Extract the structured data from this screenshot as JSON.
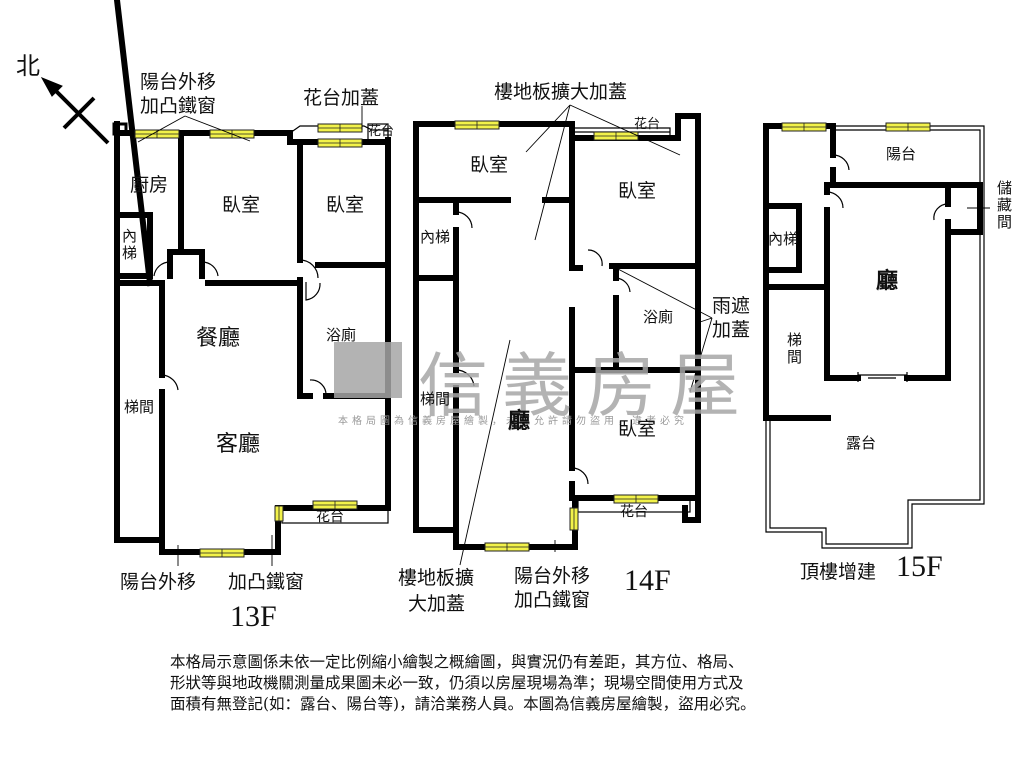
{
  "compass": {
    "label": "北",
    "icon": "north-arrow-icon"
  },
  "colors": {
    "wall": "#000000",
    "window_fill": "#f2f24a",
    "window_stroke": "#222222",
    "watermark": "#a6a6a6",
    "background": "#ffffff"
  },
  "watermark": {
    "brand": "信義房屋",
    "notice": "本格局圖為信義房屋繪製，未經允許請勿盜用，違者必究"
  },
  "floors": {
    "f13": {
      "title": "13F",
      "rooms": {
        "kitchen": "廚房",
        "bedroom_1": "臥室",
        "bedroom_2": "臥室",
        "inner_stair": "內梯",
        "dining": "餐廳",
        "bathroom": "浴廁",
        "stairwell": "梯間",
        "living": "客廳",
        "planter_top": "花台",
        "planter_bottom": "花台"
      },
      "annotations": {
        "balcony_top_1": "陽台外移",
        "balcony_top_2": "加凸鐵窗",
        "planter_cover": "花台加蓋",
        "balcony_bottom": "陽台外移",
        "bay_window_bottom": "加凸鐵窗"
      }
    },
    "f14": {
      "title": "14F",
      "rooms": {
        "bedroom_1": "臥室",
        "bedroom_2": "臥室",
        "inner_stair": "內梯",
        "bathroom": "浴廁",
        "stairwell": "梯間",
        "hall": "廳",
        "bedroom_3": "臥室",
        "planter_top": "花台",
        "planter_bottom": "花台"
      },
      "annotations": {
        "floor_expansion_top": "樓地板擴大加蓋",
        "rain_cover_1": "雨遮",
        "rain_cover_2": "加蓋",
        "floor_expansion_bottom_1": "樓地板擴",
        "floor_expansion_bottom_2": "大加蓋",
        "balcony_bottom_1": "陽台外移",
        "balcony_bottom_2": "加凸鐵窗"
      }
    },
    "f15": {
      "title": "15F",
      "subtitle": "頂樓增建",
      "rooms": {
        "balcony": "陽台",
        "storage": "儲藏間",
        "inner_stair": "內梯",
        "hall": "廳",
        "stairwell": "梯間",
        "terrace": "露台"
      }
    }
  },
  "disclaimer": {
    "line_1": "本格局示意圖係未依一定比例縮小繪製之概繪圖，與實況仍有差距，其方位、格局、",
    "line_2": "形狀等與地政機關測量成果圖未必一致，仍須以房屋現場為準；現場空間使用方式及",
    "line_3": "面積有無登記(如：露台、陽台等)，請洽業務人員。本圖為信義房屋繪製，盜用必究。"
  }
}
